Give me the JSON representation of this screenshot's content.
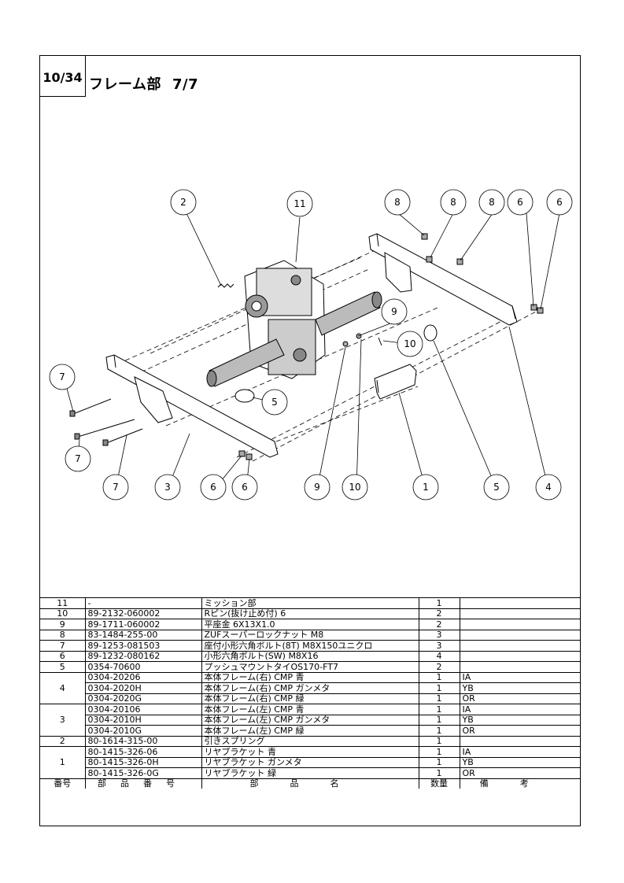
{
  "page_no": "10/34",
  "title": {
    "section": "フレーム部",
    "page": "7/7"
  },
  "callouts": {
    "c2": "2",
    "c11": "11",
    "c8a": "8",
    "c8b": "8",
    "c8c": "8",
    "c6a": "6",
    "c6b": "6",
    "c9a": "9",
    "c10a": "10",
    "c7a": "7",
    "c5a": "5",
    "c7b": "7",
    "c7c": "7",
    "c3": "3",
    "c6c": "6",
    "c6d": "6",
    "c9b": "9",
    "c10b": "10",
    "c1": "1",
    "c5b": "5",
    "c4": "4"
  },
  "parts": [
    {
      "no": "11",
      "code": "-",
      "name": "ミッション部",
      "qty": "1",
      "note": ""
    },
    {
      "no": "10",
      "code": "89-2132-060002",
      "name": "Rピン(抜け止め付) 6",
      "qty": "2",
      "note": ""
    },
    {
      "no": "9",
      "code": "89-1711-060002",
      "name": "平座金 6X13X1.0",
      "qty": "2",
      "note": ""
    },
    {
      "no": "8",
      "code": "83-1484-255-00",
      "name": "ZUFスーパーロックナット M8",
      "qty": "3",
      "note": ""
    },
    {
      "no": "7",
      "code": "89-1253-081503",
      "name": "座付小形六角ボルト(8T) M8X150ユニクロ",
      "qty": "3",
      "note": ""
    },
    {
      "no": "6",
      "code": "89-1232-080162",
      "name": "小形六角ボルト(SW) M8X16",
      "qty": "4",
      "note": ""
    },
    {
      "no": "5",
      "code": "0354-70600",
      "name": "プッシュマウントタイOS170-FT7",
      "qty": "2",
      "note": ""
    },
    {
      "no": "4",
      "code": "0304-20206",
      "name": "本体フレーム(右) CMP 青",
      "qty": "1",
      "note": "IA"
    },
    {
      "no": "",
      "code": "0304-2020H",
      "name": "本体フレーム(右) CMP ガンメタ",
      "qty": "1",
      "note": "YB"
    },
    {
      "no": "",
      "code": "0304-2020G",
      "name": "本体フレーム(右) CMP 緑",
      "qty": "1",
      "note": "OR"
    },
    {
      "no": "3",
      "code": "0304-20106",
      "name": "本体フレーム(左) CMP 青",
      "qty": "1",
      "note": "IA"
    },
    {
      "no": "",
      "code": "0304-2010H",
      "name": "本体フレーム(左) CMP ガンメタ",
      "qty": "1",
      "note": "YB"
    },
    {
      "no": "",
      "code": "0304-2010G",
      "name": "本体フレーム(左) CMP 緑",
      "qty": "1",
      "note": "OR"
    },
    {
      "no": "2",
      "code": "80-1614-315-00",
      "name": "引きスプリング",
      "qty": "1",
      "note": ""
    },
    {
      "no": "1",
      "code": "80-1415-326-06",
      "name": "リヤブラケット 青",
      "qty": "1",
      "note": "IA"
    },
    {
      "no": "",
      "code": "80-1415-326-0H",
      "name": "リヤブラケット ガンメタ",
      "qty": "1",
      "note": "YB"
    },
    {
      "no": "",
      "code": "80-1415-326-0G",
      "name": "リヤブラケット 緑",
      "qty": "1",
      "note": "OR"
    }
  ],
  "header": {
    "no": "番号",
    "code": "部品番号",
    "name": "部品名",
    "qty": "数量",
    "note": "備考"
  }
}
